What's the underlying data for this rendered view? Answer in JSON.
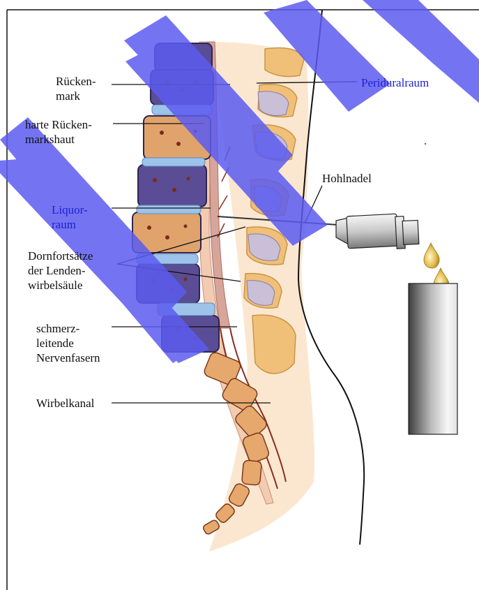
{
  "labels": {
    "rueckenmark": [
      "Rücken-",
      "mark"
    ],
    "harte_rueckenmarkshaut": [
      "harte Rücken-",
      "markshaut"
    ],
    "liquorraum": [
      "Liquor-",
      "raum"
    ],
    "dornfortsaetze": [
      "Dornfortsätze",
      "der Lenden-",
      "wirbelsäule"
    ],
    "schmerzleitende_nervenfasern": [
      "schmerz-",
      "leitende",
      "Nervenfasern"
    ],
    "wirbelkanal": [
      "Wirbelkanal"
    ],
    "periduralraum": [
      "Periduralraum"
    ],
    "hohlnadel": [
      "Hohlnadel"
    ]
  },
  "colors": {
    "watermark_blue": "#5c5cf0",
    "bone_orange": "#f0c078",
    "vertebra_purple": "#5a4d95",
    "disc_blue": "#9ec3ea",
    "cord_pink": "#e7b7a9",
    "skin_line": "#111111",
    "label_blue": "#1d22d6",
    "drop_gold": "#e6c257"
  }
}
